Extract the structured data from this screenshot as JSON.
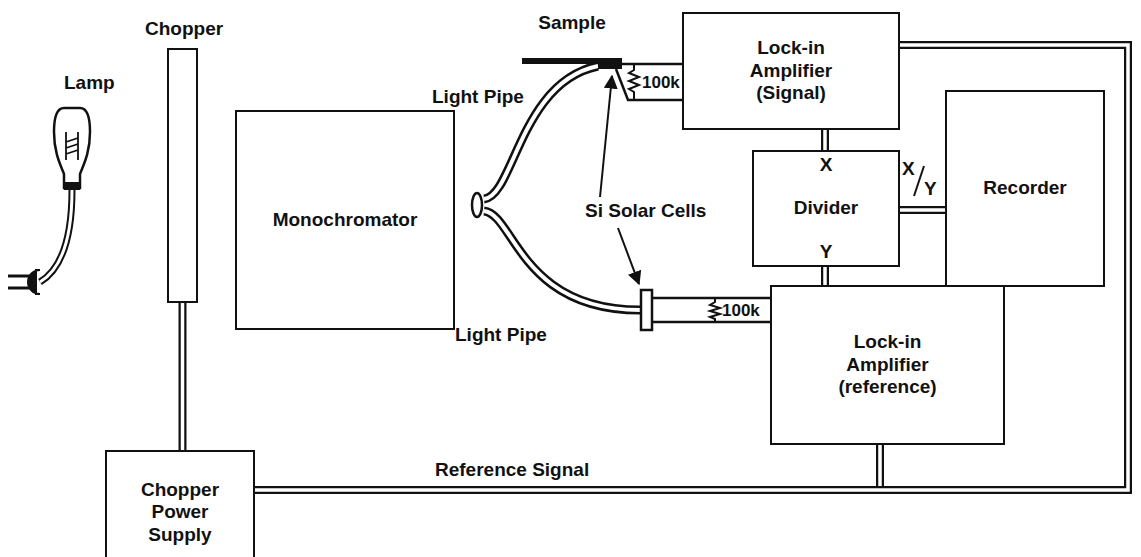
{
  "diagram": {
    "nodes": [
      {
        "text": [
          "Lamp"
        ]
      },
      {
        "text": [
          "Chopper"
        ]
      },
      {
        "text": [
          "Monochromator"
        ]
      },
      {
        "text": [
          "Sample"
        ]
      },
      {
        "text": [
          "Lock-in Amplifier (Signal)"
        ]
      },
      {
        "text": [
          "X",
          "Divider",
          "Y"
        ]
      },
      {
        "text": [
          "Recorder"
        ]
      },
      {
        "text": [
          "Lock-in Amplifier (reference)"
        ]
      },
      {
        "text": [
          "Chopper Power Supply"
        ]
      }
    ],
    "edges": [
      {
        "from": 8,
        "to": 1,
        "arrow": "none"
      },
      {
        "from": 8,
        "to": 7,
        "label": "Reference Signal",
        "arrow": "none"
      },
      {
        "from": 8,
        "to": 4,
        "arrow": "none"
      },
      {
        "from": 4,
        "to": 5,
        "arrow": "none"
      },
      {
        "from": 7,
        "to": 5,
        "arrow": "none"
      },
      {
        "from": 5,
        "to": 6,
        "arrow": "none"
      }
    ],
    "labels": [
      "Light Pipe",
      "Light Pipe",
      "Si Solar Cells",
      "100k",
      "100k",
      "X",
      "Y"
    ]
  }
}
